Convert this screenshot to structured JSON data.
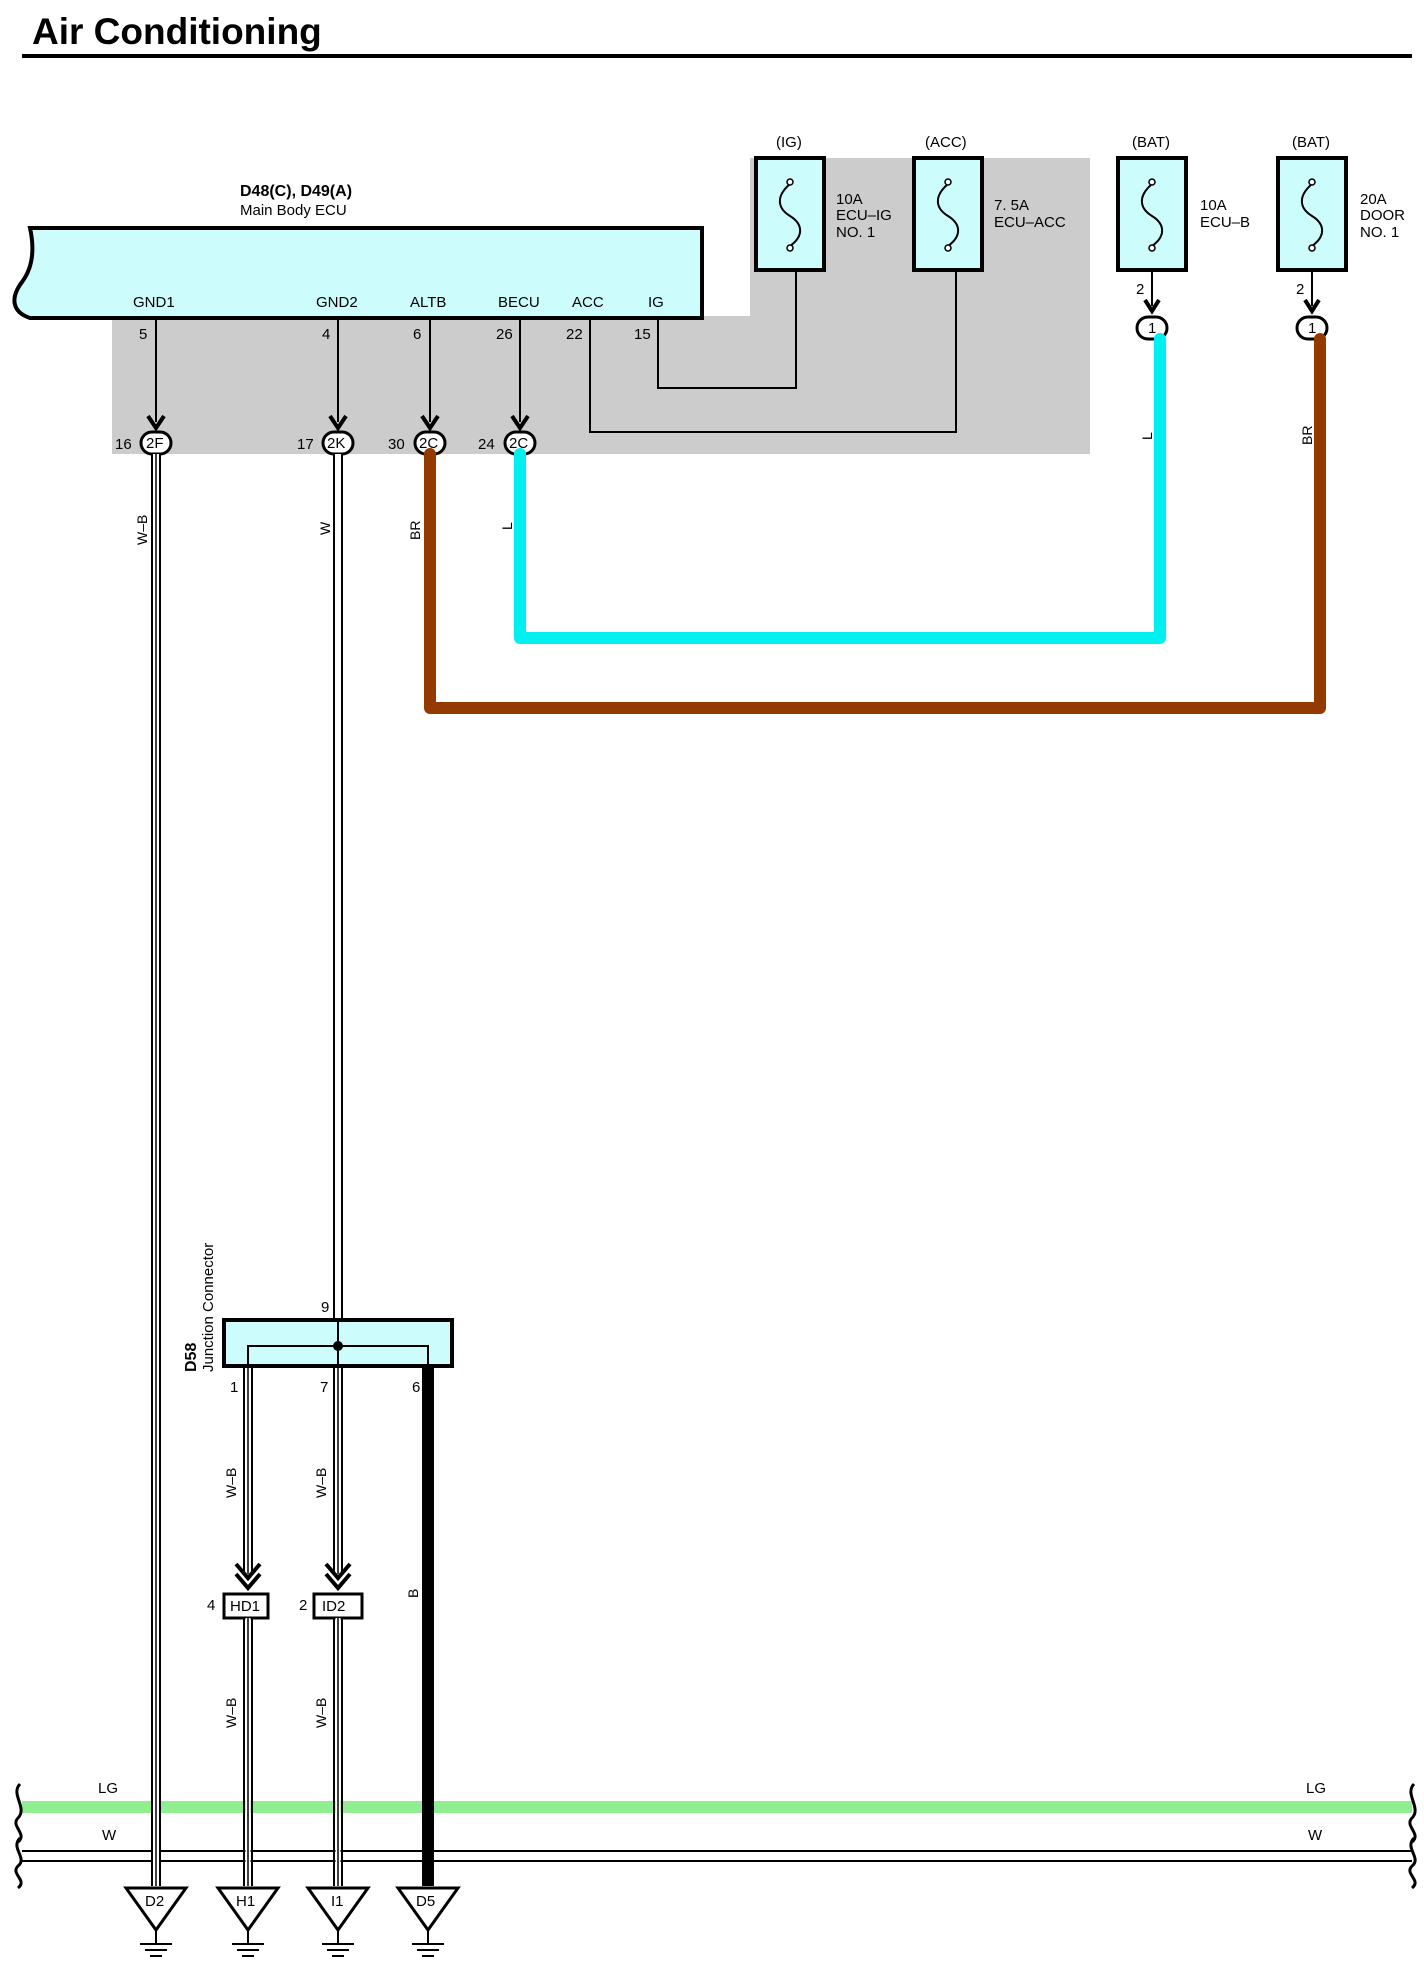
{
  "page": {
    "title": "Air Conditioning"
  },
  "colors": {
    "component_fill": "#ccfcfc",
    "shade": "#cccccc",
    "wire_L": "#00f0f0",
    "wire_BR": "#943a00",
    "wire_LG": "#90ee90",
    "wire_B": "#000000",
    "wire_W": "#ffffff"
  },
  "ecu": {
    "code": "D48(C), D49(A)",
    "name": "Main Body ECU",
    "terminals": [
      {
        "name": "GND1",
        "pin": "5"
      },
      {
        "name": "GND2",
        "pin": "4"
      },
      {
        "name": "ALTB",
        "pin": "6"
      },
      {
        "name": "BECU",
        "pin": "26"
      },
      {
        "name": "ACC",
        "pin": "22"
      },
      {
        "name": "IG",
        "pin": "15"
      }
    ]
  },
  "fuses": [
    {
      "supply": "(IG)",
      "rating": "10A",
      "line1": "ECU–IG",
      "line2": "NO. 1",
      "icon": "fuse-icon"
    },
    {
      "supply": "(ACC)",
      "rating": "7. 5A",
      "line1": "ECU–ACC",
      "line2": "",
      "icon": "fuse-icon"
    },
    {
      "supply": "(BAT)",
      "rating": "10A",
      "line1": "ECU–B",
      "line2": "",
      "pin": "2",
      "connector": "1",
      "icon": "fuse-icon"
    },
    {
      "supply": "(BAT)",
      "rating": "20A",
      "line1": "DOOR",
      "line2": "NO. 1",
      "pin": "2",
      "connector": "1",
      "icon": "fuse-icon"
    }
  ],
  "inline_connectors": [
    {
      "pin": "16",
      "code": "2F"
    },
    {
      "pin": "17",
      "code": "2K"
    },
    {
      "pin": "30",
      "code": "2C"
    },
    {
      "pin": "24",
      "code": "2C"
    }
  ],
  "wire_labels": {
    "gnd1": "W–B",
    "gnd2": "W",
    "altb": "BR",
    "becu": "L",
    "ecu_b": "L",
    "door": "BR"
  },
  "junction": {
    "code": "D58",
    "name": "Junction Connector",
    "in_pin": "9",
    "out_pins": [
      "1",
      "7",
      "6"
    ],
    "out_wires": [
      "W–B",
      "W–B",
      "B"
    ]
  },
  "connectors_lower": [
    {
      "pin": "4",
      "code": "HD1"
    },
    {
      "pin": "2",
      "code": "ID2"
    }
  ],
  "lower_wire_labels": [
    "W–B",
    "W–B"
  ],
  "bus_labels": {
    "lg_left": "LG",
    "lg_right": "LG",
    "w_left": "W",
    "w_right": "W"
  },
  "grounds": [
    "D2",
    "H1",
    "I1",
    "D5"
  ]
}
